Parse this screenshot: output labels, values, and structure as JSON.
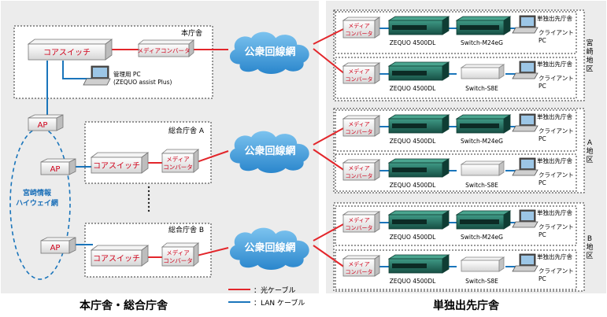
{
  "colors": {
    "fiber": "#e3262b",
    "lan": "#1a75bb",
    "panel_bg": "#ececec",
    "cloud": "#3f9ddb",
    "switch_green": "#1f6e5f",
    "legend_blue": "#1a6fb8"
  },
  "left": {
    "title": "本庁舎・総合庁舎",
    "main_office": {
      "label": "本庁舎",
      "core_switch": "コアスイッチ",
      "media_converter": "メディアコンバータ",
      "mgmt_pc_line1": "管理用 PC",
      "mgmt_pc_line2": "(ZEQUO assist Plus)"
    },
    "office_a": {
      "label": "総合庁舎 A",
      "core_switch": "コアスイッチ",
      "mc_line1": "メディア",
      "mc_line2": "コンバータ"
    },
    "office_b": {
      "label": "総合庁舎 B",
      "core_switch": "コアスイッチ",
      "mc_line1": "メディア",
      "mc_line2": "コンバータ"
    },
    "ap_label": "AP",
    "highway_line1": "宮崎情報",
    "highway_line2": "ハイウェイ網"
  },
  "cloud_label": "公衆回線網",
  "right": {
    "title": "単独出先庁舎",
    "groups": [
      {
        "region_label": [
          "宮",
          "崎",
          "地",
          "区"
        ],
        "rows": [
          {
            "mc1": "メディア",
            "mc2": "コンバータ",
            "sw1": "ZEQUO 4500DL",
            "sw2": "Switch-M24eG",
            "site": "単独出先庁舎",
            "pc1": "クライアント",
            "pc2": "PC"
          },
          {
            "mc1": "メディア",
            "mc2": "コンバータ",
            "sw1": "ZEQUO 4500DL",
            "sw2": "Switch-S8E",
            "site": "単独出先庁舎",
            "pc1": "クライアント",
            "pc2": "PC"
          }
        ]
      },
      {
        "region_label": [
          "A",
          "地",
          "区"
        ],
        "rows": [
          {
            "mc1": "メディア",
            "mc2": "コンバータ",
            "sw1": "ZEQUO 4500DL",
            "sw2": "Switch-M24eG",
            "site": "単独出先庁舎",
            "pc1": "クライアント",
            "pc2": "PC"
          },
          {
            "mc1": "メディア",
            "mc2": "コンバータ",
            "sw1": "ZEQUO 4500DL",
            "sw2": "Switch-S8E",
            "site": "単独出先庁舎",
            "pc1": "クライアント",
            "pc2": "PC"
          }
        ]
      },
      {
        "region_label": [
          "B",
          "地",
          "区"
        ],
        "rows": [
          {
            "mc1": "メディア",
            "mc2": "コンバータ",
            "sw1": "ZEQUO 4500DL",
            "sw2": "Switch-M24eG",
            "site": "単独出先庁舎",
            "pc1": "クライアント",
            "pc2": "PC"
          },
          {
            "mc1": "メディア",
            "mc2": "コンバータ",
            "sw1": "ZEQUO 4500DL",
            "sw2": "Switch-S8E",
            "site": "単独出先庁舎",
            "pc1": "クライアント",
            "pc2": "PC"
          }
        ]
      }
    ]
  },
  "legend": {
    "fiber": "：光ケーブル",
    "lan": "：LAN ケーブル"
  }
}
